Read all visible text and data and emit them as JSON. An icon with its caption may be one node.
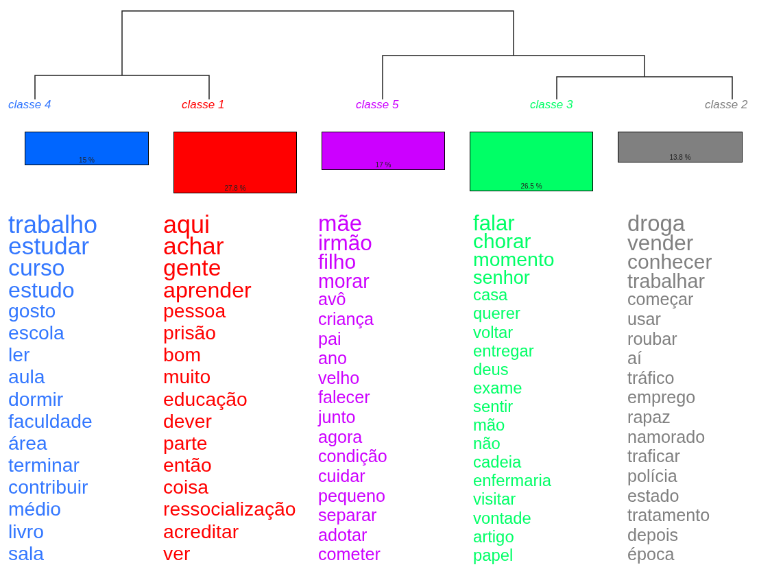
{
  "diagram": {
    "nodes": [
      {
        "text": [
          "classe  4",
          "15 %"
        ],
        "beside": [
          "trabalho",
          "estudar",
          "curso",
          "estudo",
          "gosto",
          "escola",
          "ler",
          "aula",
          "dormir",
          "faculdade",
          "área",
          "terminar",
          "contribuir",
          "médio",
          "livro",
          "sala"
        ]
      },
      {
        "text": [
          "classe  1",
          "27.8 %"
        ],
        "beside": [
          "aqui",
          "achar",
          "gente",
          "aprender",
          "pessoa",
          "prisão",
          "bom",
          "muito",
          "educação",
          "dever",
          "parte",
          "então",
          "coisa",
          "ressocialização",
          "acreditar",
          "ver"
        ]
      },
      {
        "text": [
          "classe  5",
          "17 %"
        ],
        "beside": [
          "mãe",
          "irmão",
          "filho",
          "morar",
          "avô",
          "criança",
          "pai",
          "ano",
          "velho",
          "falecer",
          "junto",
          "agora",
          "condição",
          "cuidar",
          "pequeno",
          "separar",
          "adotar",
          "cometer"
        ]
      },
      {
        "text": [
          "classe  3",
          "26.5 %"
        ],
        "beside": [
          "falar",
          "chorar",
          "momento",
          "senhor",
          "casa",
          "querer",
          "voltar",
          "entregar",
          "deus",
          "exame",
          "sentir",
          "mão",
          "não",
          "cadeia",
          "enfermaria",
          "visitar",
          "vontade",
          "artigo",
          "papel"
        ]
      },
      {
        "text": [
          "classe  2",
          "13.8 %"
        ],
        "beside": [
          "droga",
          "vender",
          "conhecer",
          "trabalhar",
          "começar",
          "usar",
          "roubar",
          "aí",
          "tráfico",
          "emprego",
          "rapaz",
          "namorado",
          "traficar",
          "polícia",
          "estado",
          "tratamento",
          "depois",
          "época"
        ]
      }
    ]
  }
}
